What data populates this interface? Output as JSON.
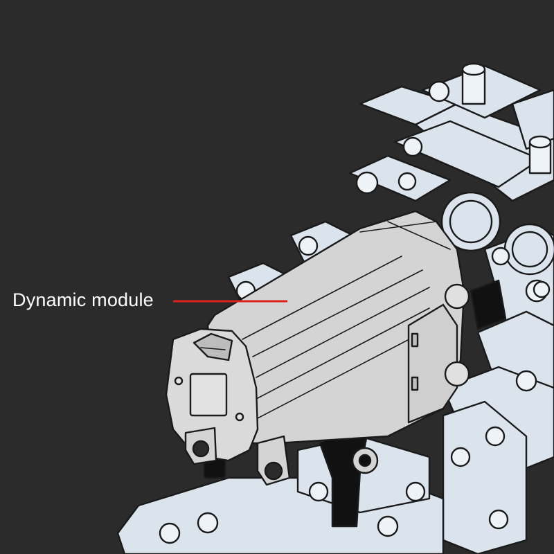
{
  "callout": {
    "label": "Dynamic module",
    "line_color": "#e0201a"
  },
  "colors": {
    "background": "#2b2b2b",
    "frame_parts": "#dbe4ec",
    "motor_body": "#d4d4d4",
    "axle_black": "#111111",
    "outline": "#1a1a1a"
  },
  "icons": [
    "lego-technic-frame",
    "lego-technic-motor",
    "gear-icon",
    "axle-connector"
  ]
}
